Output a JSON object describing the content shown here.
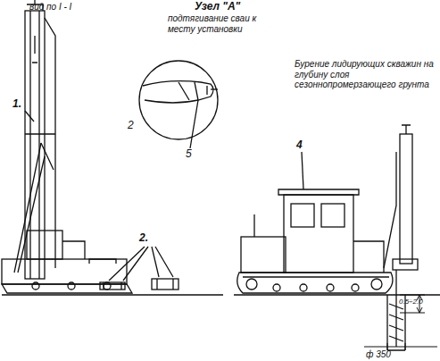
{
  "diagram": {
    "labels": [
      "вид по I - I",
      "Узел \"А\"",
      "подтягивание сваи к месту установки",
      "Бурение лидирующих скважин на глубину слоя сезоннопромерзающего грунта",
      "1.",
      "2.",
      "2",
      "5",
      "4",
      "0.5÷2.0",
      "ф 350"
    ]
  }
}
